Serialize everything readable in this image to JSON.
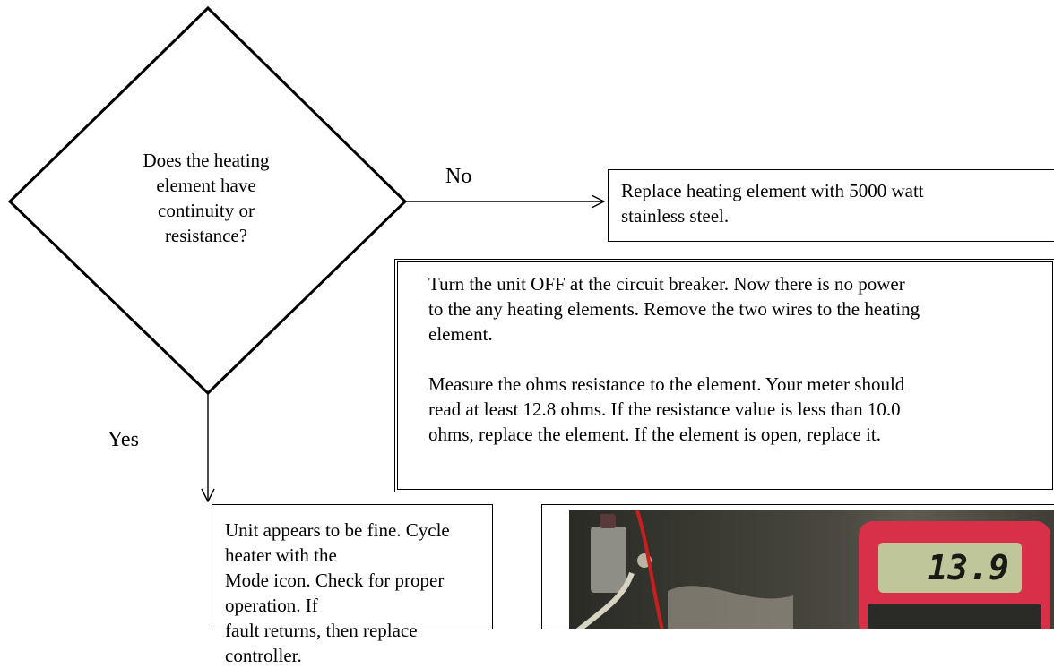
{
  "decision": {
    "question_lines": [
      "Does the heating",
      "element have",
      "continuity or",
      "resistance?"
    ]
  },
  "edges": {
    "no_label": "No",
    "yes_label": "Yes"
  },
  "boxes": {
    "replace_element": {
      "lines": [
        "Replace heating element with 5000 watt",
        "stainless steel."
      ]
    },
    "measure_instructions": {
      "para1_lines": [
        "Turn the unit OFF at the circuit breaker. Now there is no power",
        "to the any heating elements. Remove the two wires to the heating",
        "element."
      ],
      "para2_lines": [
        "Measure the ohms resistance to the element. Your meter should",
        "read at least 12.8 ohms. If the resistance value is less than 10.0",
        "ohms, replace the element. If the element is open, replace it."
      ]
    },
    "unit_fine": {
      "lines": [
        "Unit appears to be fine. Cycle heater with the",
        "Mode icon. Check for proper operation. If",
        "fault returns, then replace controller."
      ]
    }
  },
  "photo": {
    "meter_reading": "13.9"
  },
  "colors": {
    "line": "#000000",
    "meter_body": "#d9304a",
    "meter_screen": "#bfc79a",
    "wire_red": "#c81e1e"
  }
}
